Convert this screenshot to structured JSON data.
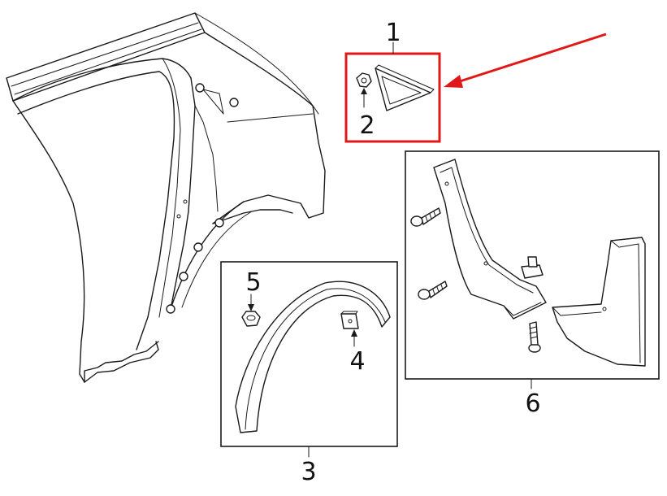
{
  "callouts": {
    "c1": "1",
    "c2": "2",
    "c3": "3",
    "c4": "4",
    "c5": "5",
    "c6": "6"
  },
  "colors": {
    "line": "#1a1a1a",
    "highlight": "#e01818",
    "background": "#ffffff"
  }
}
